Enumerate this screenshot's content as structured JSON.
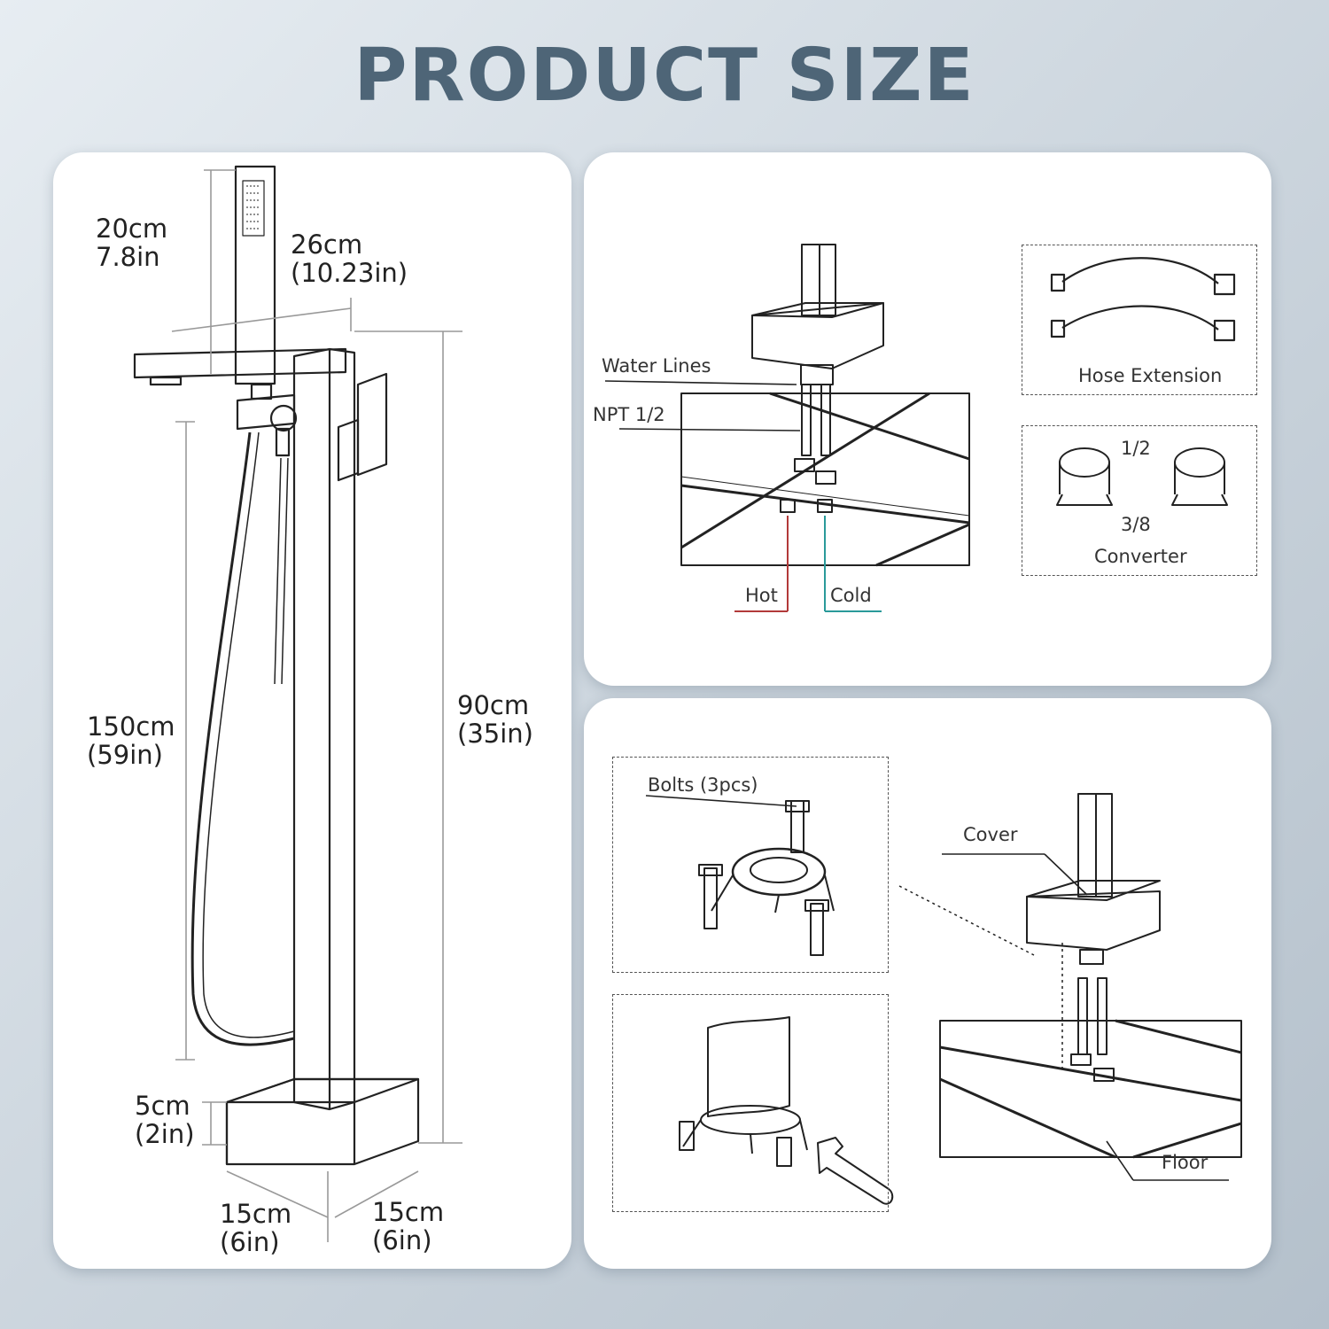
{
  "title": "PRODUCT SIZE",
  "left_panel": {
    "handshower_height": [
      "20cm",
      "7.8in"
    ],
    "spout_length": [
      "26cm",
      "(10.23in)"
    ],
    "hose_length": [
      "150cm",
      "(59in)"
    ],
    "faucet_height": [
      "90cm",
      "(35in)"
    ],
    "base_height": [
      "5cm",
      "(2in)"
    ],
    "base_width_left": [
      "15cm",
      "(6in)"
    ],
    "base_width_right": [
      "15cm",
      "(6in)"
    ]
  },
  "top_right_panel": {
    "water_lines": "Water Lines",
    "npt": "NPT 1/2",
    "hot": "Hot",
    "cold": "Cold",
    "hose_extension": "Hose Extension",
    "size_top": "1/2",
    "size_bottom": "3/8",
    "converter": "Converter",
    "hot_color": "#b23a3a",
    "cold_color": "#2a9a9a"
  },
  "bottom_right_panel": {
    "bolts": "Bolts (3pcs)",
    "cover": "Cover",
    "floor": "Floor"
  }
}
